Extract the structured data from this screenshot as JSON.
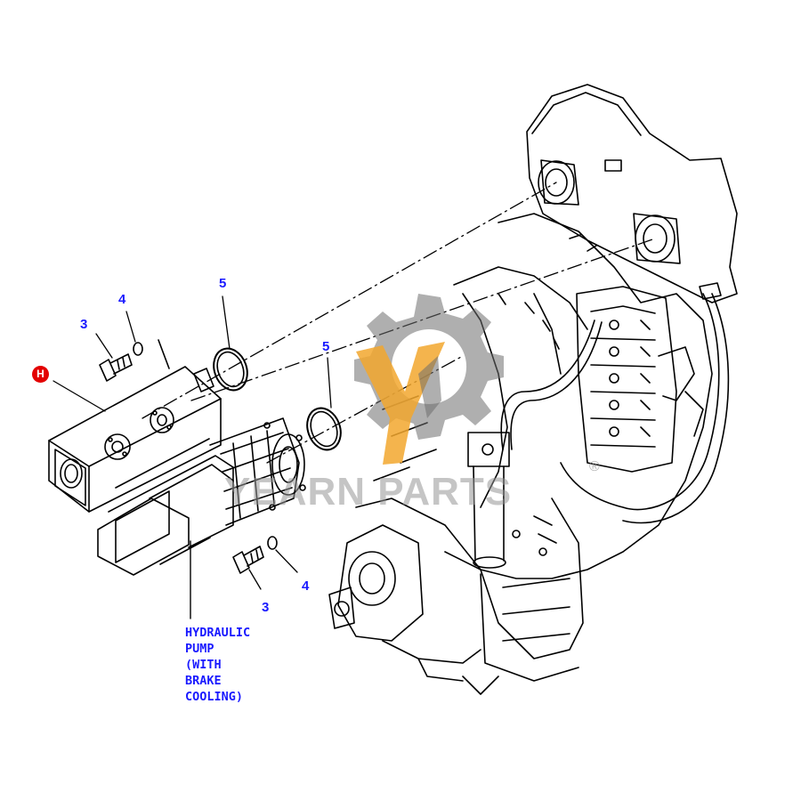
{
  "diagram": {
    "callouts": {
      "bolt_upper": "3",
      "washer_upper": "4",
      "oring_left": "5",
      "oring_right": "5",
      "bolt_lower": "3",
      "washer_lower": "4"
    },
    "marker_label": "H",
    "caption_lines": [
      "HYDRAULIC",
      "PUMP",
      "(WITH",
      "BRAKE",
      "COOLING)"
    ]
  },
  "watermark": {
    "text": "YEARN PARTS",
    "registered": "®",
    "logo_icon": "gear-logo-icon"
  },
  "colors": {
    "line_art": "#000000",
    "callout_blue": "#1a1aff",
    "marker_red": "#e30000",
    "watermark_gray": "#969696",
    "watermark_orange": "#f2a72e"
  }
}
